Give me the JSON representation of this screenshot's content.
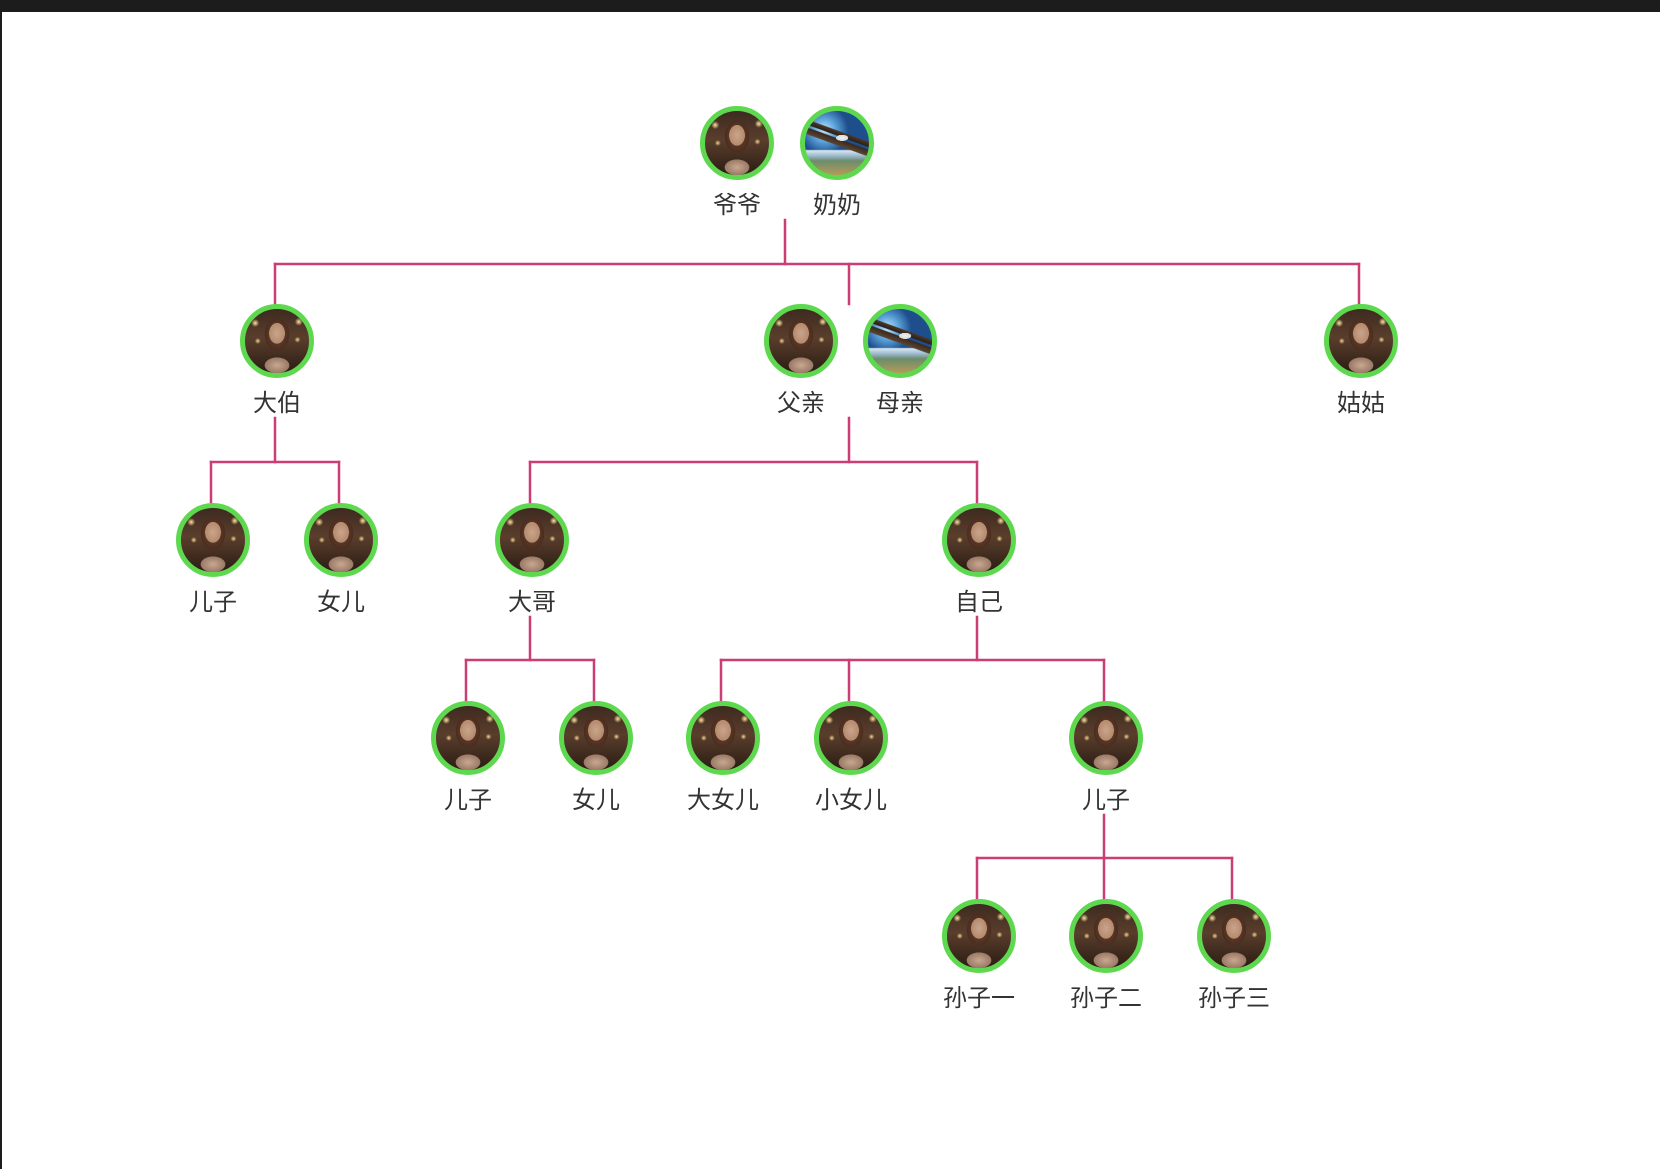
{
  "colors": {
    "line": "#cc3d74",
    "avatar_border": "#5ed84e",
    "label": "#333333"
  },
  "nodes": {
    "grandpa": {
      "label": "爷爷",
      "icon": "portrait-icon"
    },
    "grandma": {
      "label": "奶奶",
      "icon": "eagle-photo-icon"
    },
    "uncle": {
      "label": "大伯",
      "icon": "portrait-icon"
    },
    "father": {
      "label": "父亲",
      "icon": "portrait-icon"
    },
    "mother": {
      "label": "母亲",
      "icon": "eagle-photo-icon"
    },
    "aunt": {
      "label": "姑姑",
      "icon": "portrait-icon"
    },
    "uncle_son": {
      "label": "儿子",
      "icon": "portrait-icon"
    },
    "uncle_dau": {
      "label": "女儿",
      "icon": "portrait-icon"
    },
    "brother": {
      "label": "大哥",
      "icon": "portrait-icon"
    },
    "self": {
      "label": "自己",
      "icon": "portrait-icon"
    },
    "brother_son": {
      "label": "儿子",
      "icon": "portrait-icon"
    },
    "brother_dau": {
      "label": "女儿",
      "icon": "portrait-icon"
    },
    "eldest_dau": {
      "label": "大女儿",
      "icon": "portrait-icon"
    },
    "young_dau": {
      "label": "小女儿",
      "icon": "portrait-icon"
    },
    "son": {
      "label": "儿子",
      "icon": "portrait-icon"
    },
    "grandson1": {
      "label": "孙子一",
      "icon": "portrait-icon"
    },
    "grandson2": {
      "label": "孙子二",
      "icon": "portrait-icon"
    },
    "grandson3": {
      "label": "孙子三",
      "icon": "portrait-icon"
    }
  }
}
